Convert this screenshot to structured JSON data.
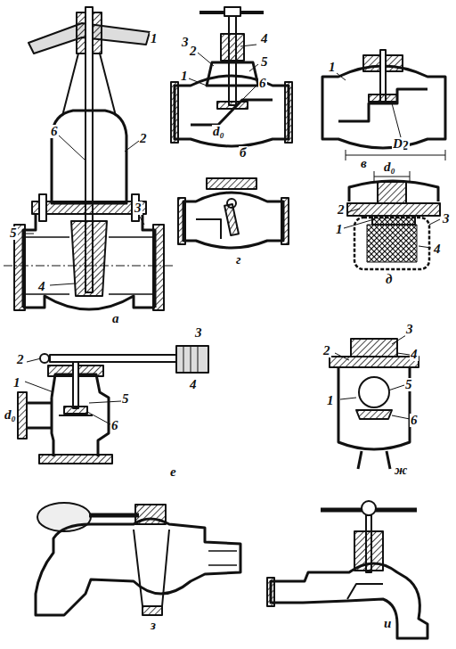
{
  "diagram": {
    "labels": [
      "1",
      "6",
      "2",
      "5",
      "3",
      "4",
      "а",
      "3",
      "4",
      "2",
      "5",
      "1",
      "6",
      "d₀",
      "б",
      "1",
      "2",
      "в",
      "г",
      "D",
      "d₀",
      "2",
      "1",
      "3",
      "4",
      "д",
      "2",
      "1",
      "3",
      "4",
      "5",
      "6",
      "d₀",
      "е",
      "3",
      "2",
      "4",
      "5",
      "1",
      "6",
      "ж",
      "з",
      "и"
    ]
  }
}
